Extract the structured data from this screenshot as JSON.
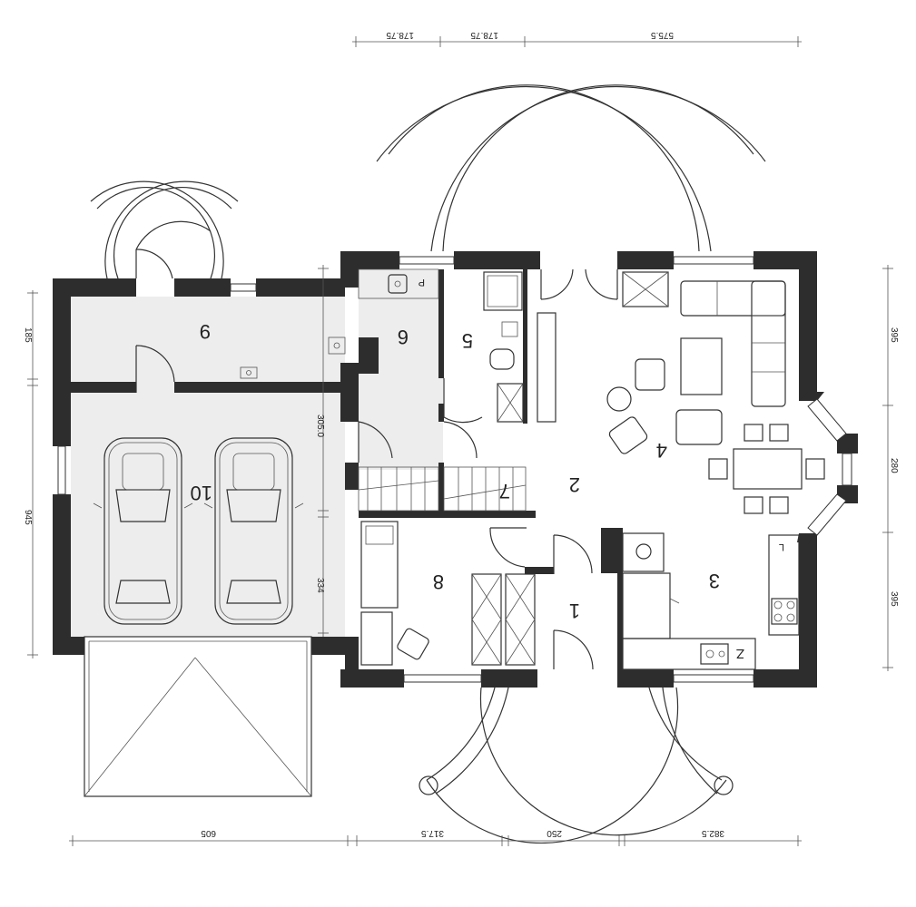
{
  "rooms": {
    "r1": "1",
    "r2": "2",
    "r3": "3",
    "r4": "4",
    "r5": "5",
    "r6": "6",
    "r7": "7",
    "r8": "8",
    "r9": "9",
    "r10": "10"
  },
  "dimensions": {
    "top_1": "178.75",
    "top_2": "178.75",
    "top_3": "575.5",
    "bottom_1": "605",
    "bottom_2": "317.5",
    "bottom_3": "250",
    "bottom_4": "382.5",
    "left_1": "185",
    "left_2": "945",
    "right_1": "395",
    "right_2": "280",
    "right_3": "395",
    "inner_1": "305.0",
    "inner_2": "334"
  },
  "fixtures": {
    "letter_p": "P",
    "letter_l": "L",
    "letter_z": "Z"
  }
}
